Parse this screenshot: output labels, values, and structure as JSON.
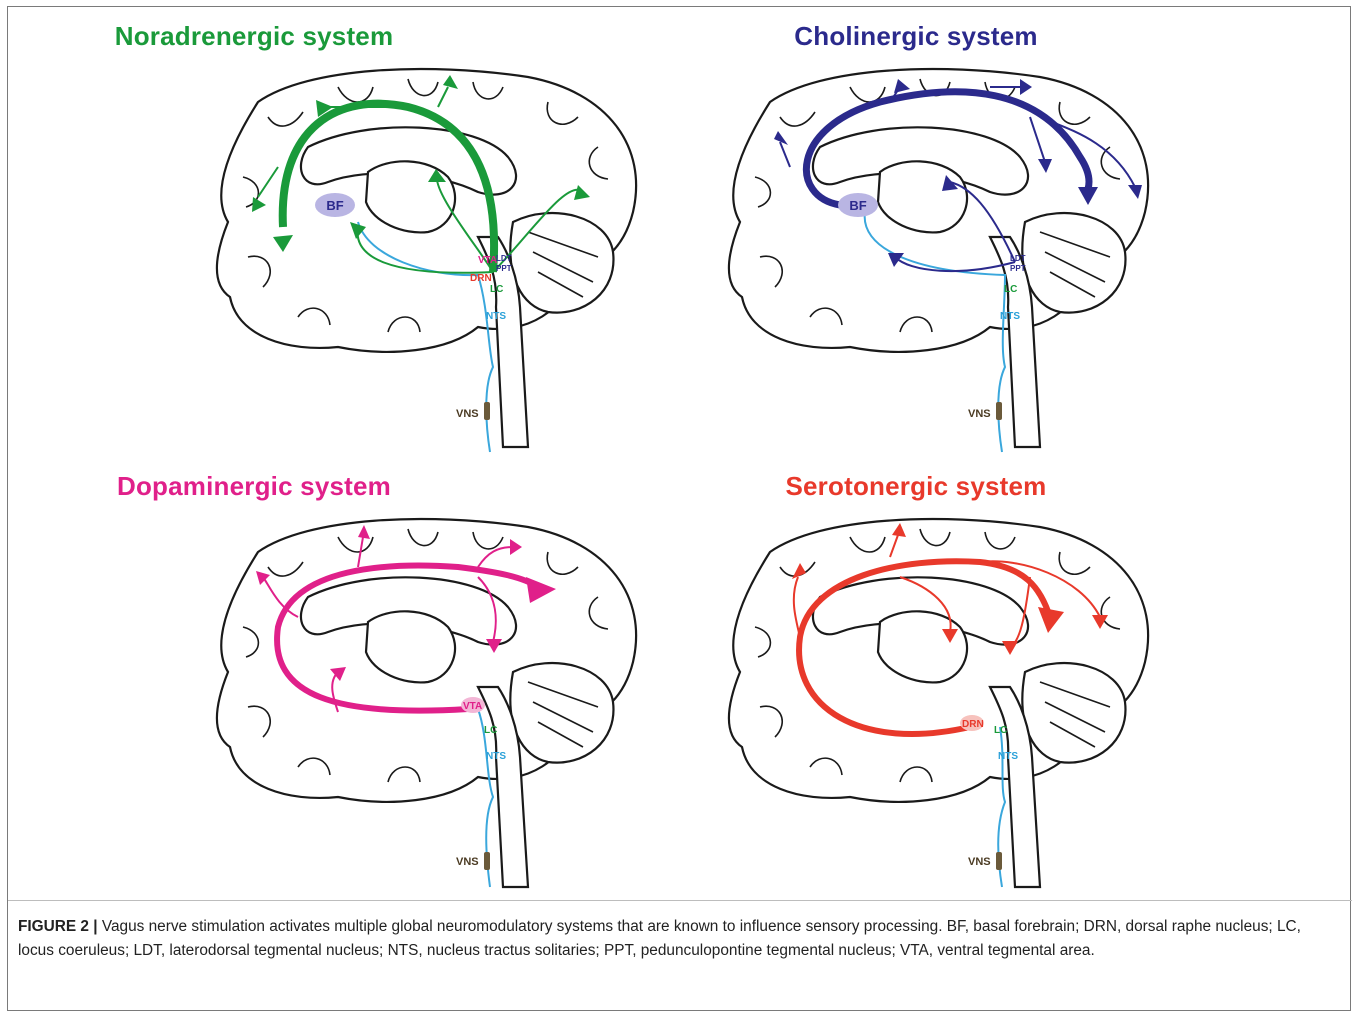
{
  "figure": {
    "panels": [
      {
        "id": "noradrenergic",
        "title": "Noradrenergic system",
        "color": "#1a9a3a",
        "labels": {
          "bf": "BF",
          "vta": "VTA",
          "ldt": "LDT",
          "ppt": "PPT",
          "drn": "DRN",
          "lc": "LC",
          "nts": "NTS",
          "vns": "VNS"
        }
      },
      {
        "id": "cholinergic",
        "title": "Cholinergic system",
        "color": "#2b2a8c",
        "labels": {
          "bf": "BF",
          "ldt": "LDT",
          "ppt": "PPT",
          "lc": "LC",
          "nts": "NTS",
          "vns": "VNS"
        }
      },
      {
        "id": "dopaminergic",
        "title": "Dopaminergic system",
        "color": "#e0208a",
        "labels": {
          "vta": "VTA",
          "lc": "LC",
          "nts": "NTS",
          "vns": "VNS"
        }
      },
      {
        "id": "serotonergic",
        "title": "Serotonergic system",
        "color": "#e8392b",
        "labels": {
          "drn": "DRN",
          "lc": "LC",
          "nts": "NTS",
          "vns": "VNS"
        }
      }
    ],
    "label_colors": {
      "bf": "#2b2a8c",
      "vta": "#e0208a",
      "ldt": "#2b2a8c",
      "drn": "#e8392b",
      "lc": "#1a9a3a",
      "nts": "#2aa0d8",
      "vns": "#4a3a22",
      "vagus": "#3aa7dc"
    },
    "caption": {
      "label": "FIGURE 2 |",
      "text": " Vagus nerve stimulation activates multiple global neuromodulatory systems that are known to influence sensory processing. BF, basal forebrain; DRN, dorsal raphe nucleus; LC, locus coeruleus; LDT, laterodorsal tegmental nucleus; NTS, nucleus tractus solitaries; PPT, pedunculopontine tegmental nucleus; VTA, ventral tegmental area."
    }
  }
}
